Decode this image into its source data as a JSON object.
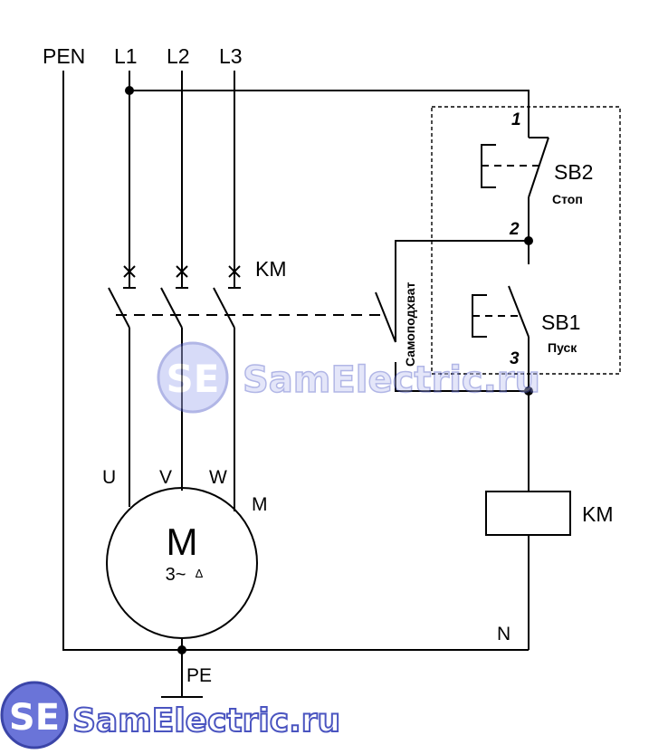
{
  "rails": {
    "pen": "PEN",
    "l1": "L1",
    "l2": "L2",
    "l3": "L3"
  },
  "contactor": {
    "label": "KM",
    "coil_label": "KM"
  },
  "self_hold_label": "Самоподхват",
  "buttons": {
    "sb2": {
      "label": "SB2",
      "caption": "Стоп",
      "caption_color": "#e00000"
    },
    "sb1": {
      "label": "SB1",
      "caption": "Пуск",
      "caption_color": "#007a00"
    }
  },
  "nodes": {
    "n1": "1",
    "n2": "2",
    "n3": "3"
  },
  "motor": {
    "u": "U",
    "v": "V",
    "w": "W",
    "label": "M",
    "symbol": "M",
    "phase": "3~",
    "connection": "Δ"
  },
  "neutral_label": "N",
  "ground_label": "PE",
  "watermark": {
    "text": "SamElectric.ru",
    "badge": "SE"
  },
  "colors": {
    "line": "#000000",
    "self_hold": "#1a1a8c",
    "watermark": "#5560c8"
  }
}
